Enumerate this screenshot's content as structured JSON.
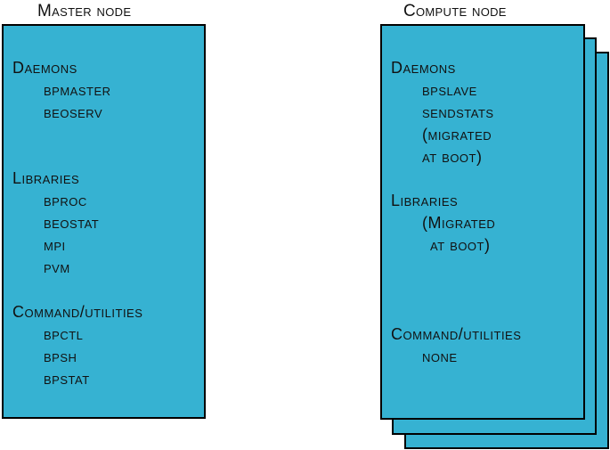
{
  "master": {
    "title": "Master node",
    "daemons_heading": "Daemons",
    "daemons": [
      "bpmaster",
      "beoserv"
    ],
    "libraries_heading": "Libraries",
    "libraries": [
      "bproc",
      "beostat",
      "mpi",
      "pvm"
    ],
    "commands_heading": "Command/utilities",
    "commands": [
      "bpctl",
      "bpsh",
      "bpstat"
    ]
  },
  "compute": {
    "title": "Compute node",
    "daemons_heading": "Daemons",
    "daemons": [
      "bpslave",
      "sendstats",
      "(migrated",
      "at boot)"
    ],
    "libraries_heading": "Libraries",
    "libraries": [
      "(Migrated",
      "at boot)"
    ],
    "commands_heading": "Command/utilities",
    "commands": [
      "none"
    ]
  },
  "colors": {
    "box_fill": "#36b2d2",
    "border": "#000000"
  }
}
